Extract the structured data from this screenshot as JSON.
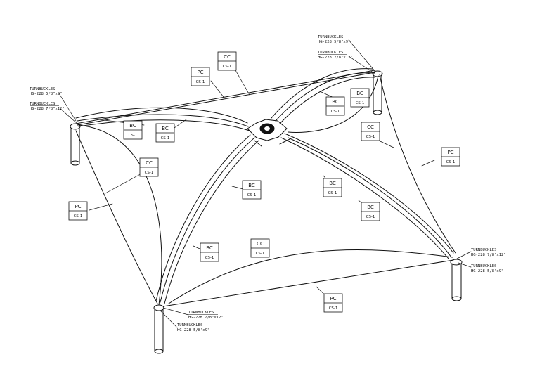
{
  "tags": [
    {
      "top": "CC",
      "bottom": "CS-1"
    },
    {
      "top": "PC",
      "bottom": "CS-1"
    },
    {
      "top": "BC",
      "bottom": "CS-1"
    },
    {
      "top": "BC",
      "bottom": "CS-1"
    },
    {
      "top": "BC",
      "bottom": "CS-1"
    },
    {
      "top": "BC",
      "bottom": "CS-1"
    },
    {
      "top": "CC",
      "bottom": "CS-1"
    },
    {
      "top": "CC",
      "bottom": "CS-1"
    },
    {
      "top": "PC",
      "bottom": "CS-1"
    },
    {
      "top": "BC",
      "bottom": "CS-1"
    },
    {
      "top": "BC",
      "bottom": "CS-1"
    },
    {
      "top": "BC",
      "bottom": "CS-1"
    },
    {
      "top": "PC",
      "bottom": "CS-1"
    },
    {
      "top": "BC",
      "bottom": "CS-1"
    },
    {
      "top": "CC",
      "bottom": "CS-1"
    },
    {
      "top": "PC",
      "bottom": "CS-1"
    }
  ],
  "notes": [
    {
      "title": "TURNBUCKLES",
      "spec": "HG-228 5/8\"x9\""
    },
    {
      "title": "TURNBUCKLES",
      "spec": "HG-228 7/8\"x12\""
    },
    {
      "title": "TURNBUCKLES",
      "spec": "HG-228 5/8\"x9\""
    },
    {
      "title": "TURNBUCKLES",
      "spec": "HG-228 7/8\"x12\""
    },
    {
      "title": "TURNBUCKLES",
      "spec": "HG-228 7/8\"x12\""
    },
    {
      "title": "TURNBUCKLES",
      "spec": "HG-228 5/8\"x9\""
    },
    {
      "title": "TURNBUCKLES",
      "spec": "HG-228 7/8\"x12\""
    },
    {
      "title": "TURNBUCKLES",
      "spec": "HG-228 5/8\"x9\""
    }
  ],
  "colors": {
    "line": "#111111",
    "background": "#ffffff"
  }
}
